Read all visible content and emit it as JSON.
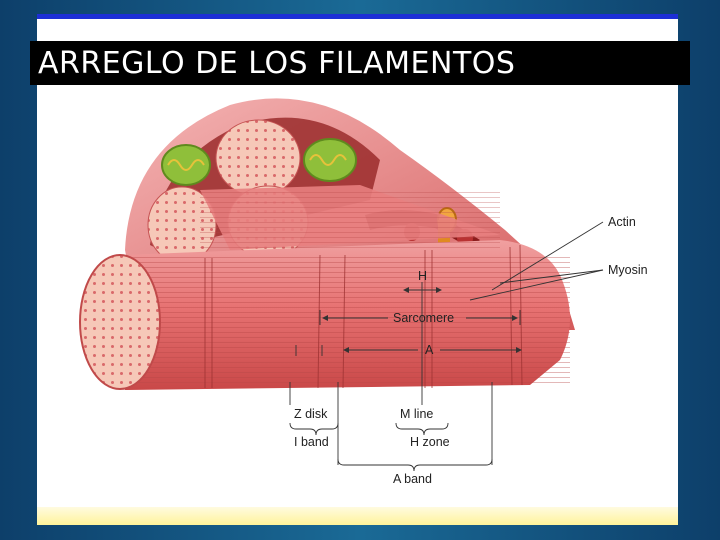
{
  "title": "ARREGLO DE LOS FILAMENTOS",
  "labels": {
    "actin": "Actin",
    "myosin": "Myosin",
    "h": "H",
    "sarcomere": "Sarcomere",
    "a": "A",
    "z_disk": "Z disk",
    "m_line": "M line",
    "i_band": "I band",
    "h_zone": "H zone",
    "a_band": "A band"
  },
  "colors": {
    "background": "#0d3f6a",
    "title_bar": "#000000",
    "top_rule": "#1d2fd6",
    "fiber": "#e46a6a",
    "fiber_face": "#f7c3b5",
    "mitochondria": "#8fbf3a"
  }
}
